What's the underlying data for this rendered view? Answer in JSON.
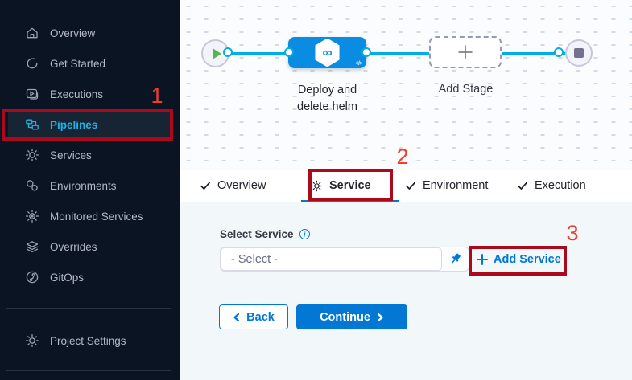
{
  "sidebar": {
    "items": [
      {
        "label": "Overview"
      },
      {
        "label": "Get Started"
      },
      {
        "label": "Executions"
      },
      {
        "label": "Pipelines",
        "active": true
      },
      {
        "label": "Services"
      },
      {
        "label": "Environments"
      },
      {
        "label": "Monitored Services"
      },
      {
        "label": "Overrides"
      },
      {
        "label": "GitOps"
      }
    ],
    "footer_item": {
      "label": "Project Settings"
    }
  },
  "canvas": {
    "stage": {
      "name_line1": "Deploy and",
      "name_line2": "delete helm"
    },
    "add_stage_label": "Add Stage"
  },
  "tabs": [
    {
      "label": "Overview",
      "status": "done"
    },
    {
      "label": "Service",
      "status": "active"
    },
    {
      "label": "Environment",
      "status": "done"
    },
    {
      "label": "Execution",
      "status": "done"
    }
  ],
  "form": {
    "select_service_label": "Select Service",
    "select_value": "- Select -",
    "add_service_label": "Add Service",
    "back_label": "Back",
    "continue_label": "Continue"
  },
  "annotations": {
    "step1": "1",
    "step2": "2",
    "step3": "3"
  },
  "colors": {
    "primary_blue": "#0278d5",
    "node_blue": "#0a8ce2",
    "edge_cyan": "#00ade4",
    "sidebar_bg": "#0a1422",
    "active_item_cyan": "#1fb3e8",
    "annotation_box_red": "#ab0a1d",
    "annotation_digit_red": "#f13c2e",
    "play_green": "#52b752"
  }
}
